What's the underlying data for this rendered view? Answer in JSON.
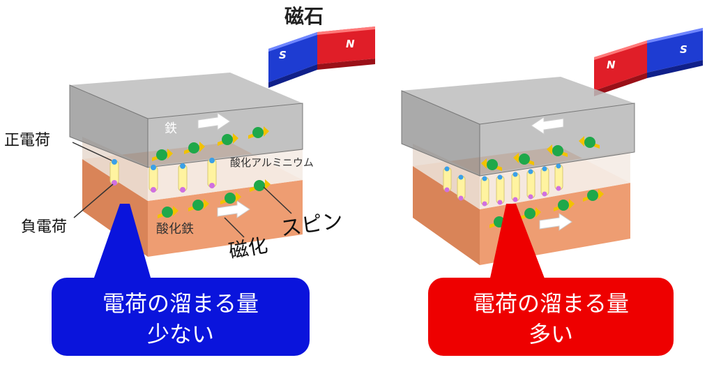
{
  "magnet_title": "磁石",
  "left_magnet": {
    "pole_left": "S",
    "pole_right": "N"
  },
  "right_magnet": {
    "pole_left": "N",
    "pole_right": "S"
  },
  "labels": {
    "iron": "鉄",
    "aluminum_oxide": "酸化アルミニウム",
    "iron_oxide": "酸化鉄",
    "positive_charge": "正電荷",
    "negative_charge": "負電荷",
    "spin": "スピン",
    "magnetization": "磁化"
  },
  "left_callout": {
    "line1": "電荷の溜まる量",
    "line2": "少ない",
    "color": "#0a14dc"
  },
  "right_callout": {
    "line1": "電荷の溜まる量",
    "line2": "多い",
    "color": "#ee0000"
  },
  "colors": {
    "magnet_blue": "#1e3cd2",
    "magnet_red": "#e01e28",
    "iron_oxide": "#ec9a6e",
    "gray_block": "#9a9a9a",
    "spin_ball": "#1fa84a",
    "spin_arrow": "#f2c200",
    "positive_dot": "#3aa0e8",
    "negative_dot": "#d070e0",
    "capacitor": "#fff3a0"
  },
  "icons": [
    "bar-magnet-icon",
    "magnetization-arrow-icon",
    "spin-arrow-icon",
    "charge-dot-icon"
  ]
}
